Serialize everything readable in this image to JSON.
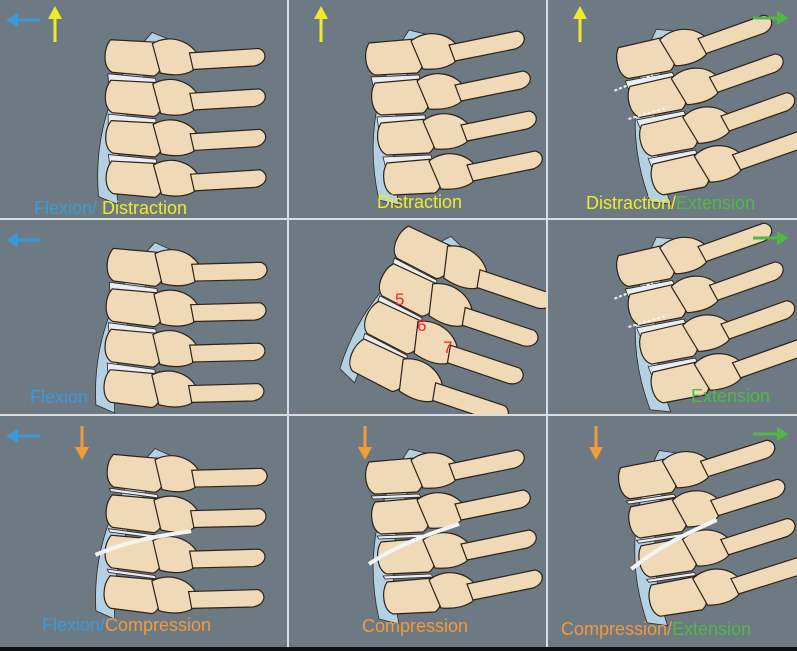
{
  "colors": {
    "background": "#6d7a84",
    "bone": "#efd9b6",
    "bone_stroke": "#2d2218",
    "ligament": "#b8d6ea",
    "disc": "#e9edf0",
    "flexion": "#3a9ad9",
    "distraction": "#f1ea27",
    "extension": "#51b848",
    "compression": "#f39a3a",
    "level_numbers": "#ff2020"
  },
  "panels": [
    {
      "id": "flexion-distraction",
      "labels": [
        {
          "text": "Flexion/ ",
          "color": "#3a9ad9"
        },
        {
          "text": "Distraction",
          "color": "#f1ea27"
        }
      ],
      "arrows": [
        "left",
        "up"
      ]
    },
    {
      "id": "distraction",
      "labels": [
        {
          "text": "Distraction",
          "color": "#f1ea27"
        }
      ],
      "arrows": [
        "up"
      ]
    },
    {
      "id": "distraction-extension",
      "labels": [
        {
          "text": "Distraction/",
          "color": "#f1ea27"
        },
        {
          "text": "Extension",
          "color": "#51b848"
        }
      ],
      "arrows": [
        "up",
        "right"
      ]
    },
    {
      "id": "flexion",
      "labels": [
        {
          "text": "Flexion",
          "color": "#3a9ad9"
        }
      ],
      "arrows": [
        "left"
      ]
    },
    {
      "id": "neutral",
      "labels": [],
      "arrows": [],
      "levels": [
        "5",
        "6",
        "7"
      ]
    },
    {
      "id": "extension",
      "labels": [
        {
          "text": "Extension",
          "color": "#51b848"
        }
      ],
      "arrows": [
        "right"
      ]
    },
    {
      "id": "flexion-compression",
      "labels": [
        {
          "text": "Flexion/",
          "color": "#3a9ad9"
        },
        {
          "text": "Compression",
          "color": "#f39a3a"
        }
      ],
      "arrows": [
        "left",
        "down"
      ]
    },
    {
      "id": "compression",
      "labels": [
        {
          "text": "Compression",
          "color": "#f39a3a"
        }
      ],
      "arrows": [
        "down"
      ]
    },
    {
      "id": "compression-extension",
      "labels": [
        {
          "text": "Compression/",
          "color": "#f39a3a"
        },
        {
          "text": "Extension",
          "color": "#51b848"
        }
      ],
      "arrows": [
        "down",
        "right"
      ]
    }
  ]
}
